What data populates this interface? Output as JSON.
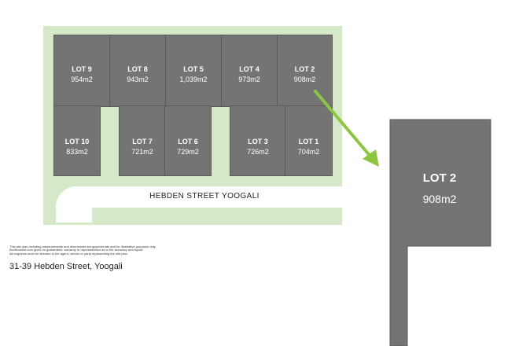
{
  "plan": {
    "lots_top": [
      {
        "name": "LOT 9",
        "area": "954m2"
      },
      {
        "name": "LOT 8",
        "area": "943m2"
      },
      {
        "name": "LOT 5",
        "area": "1,039m2"
      },
      {
        "name": "LOT 4",
        "area": "973m2"
      },
      {
        "name": "LOT 2",
        "area": "908m2"
      }
    ],
    "lots_bottom": [
      {
        "name": "LOT 10",
        "area": "833m2"
      },
      {
        "name": "LOT 7",
        "area": "721m2"
      },
      {
        "name": "LOT 6",
        "area": "729m2"
      },
      {
        "name": "LOT 3",
        "area": "726m2"
      },
      {
        "name": "LOT 1",
        "area": "704m2"
      }
    ],
    "street_label": "HEBDEN STREET YOOGALI"
  },
  "disclaimer": [
    "This site plan including measurements and dimensions are approximate and for illustrative purposes only.",
    "BoxBrownie.com gives no guarantees, warranty or representation as to the accuracy and layout.",
    "All enquiries must be directed to the agent, vendor or party representing the site plan."
  ],
  "address": "31-39 Hebden Street, Yoogali",
  "detail": {
    "name": "LOT 2",
    "area": "908m2"
  },
  "colors": {
    "lot_fill": "#747474",
    "lot_border": "#5a5a5a",
    "green_verge": "#d5e8c8",
    "arrow": "#8cc63f"
  }
}
